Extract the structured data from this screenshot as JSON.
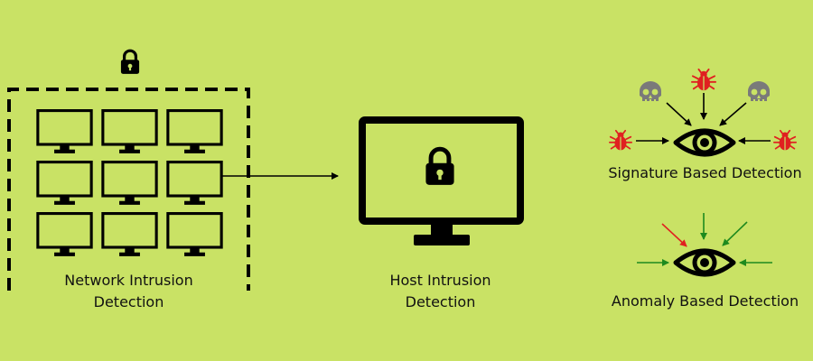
{
  "colors": {
    "background": "#c9e265",
    "ink": "#000000",
    "skull": "#7a7a7a",
    "bug": "#e02020",
    "normal_arrow": "#1e8a1e",
    "anomaly_arrow": "#e02020"
  },
  "network": {
    "label_line1": "Network Intrusion",
    "label_line2": "Detection",
    "monitor_grid": {
      "rows": 3,
      "cols": 3
    }
  },
  "host": {
    "label_line1": "Host Intrusion",
    "label_line2": "Detection"
  },
  "signature": {
    "label": "Signature Based Detection",
    "threat_icons": [
      "skull-icon",
      "bug-icon",
      "skull-icon",
      "bug-icon",
      "bug-icon"
    ]
  },
  "anomaly": {
    "label": "Anomaly Based Detection",
    "arrows": [
      "anomaly",
      "normal",
      "normal",
      "normal",
      "normal"
    ]
  }
}
